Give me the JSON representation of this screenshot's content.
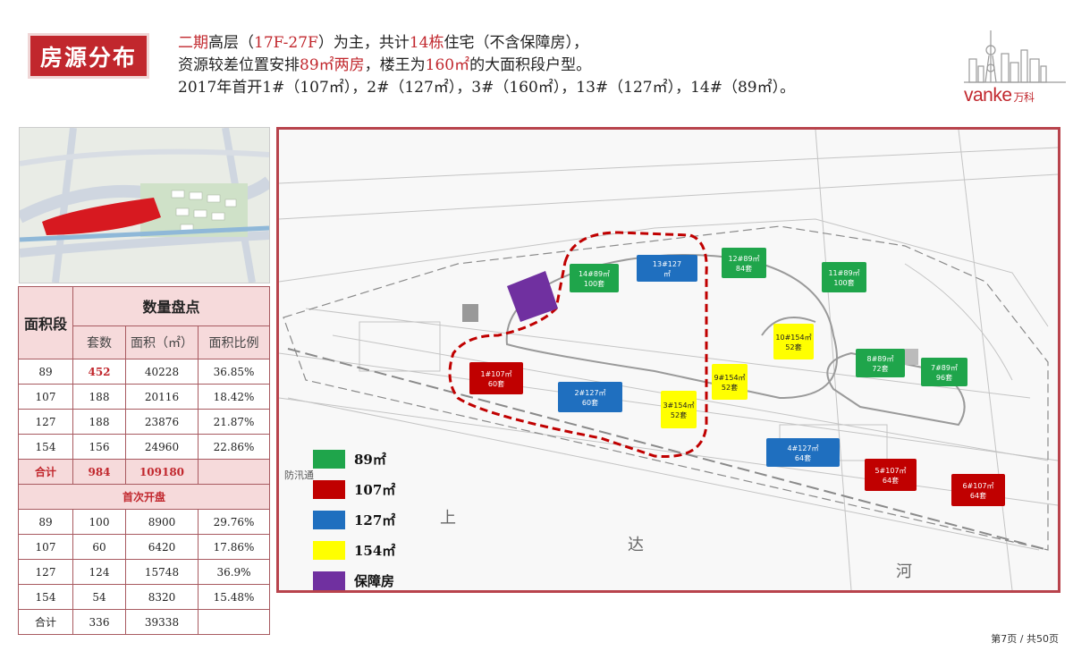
{
  "header": {
    "title": "房源分布",
    "intro": {
      "line1": [
        {
          "t": "二期",
          "red": true
        },
        {
          "t": "高层（",
          "red": false
        },
        {
          "t": "17F-27F",
          "red": true
        },
        {
          "t": "）为主，共计",
          "red": false
        },
        {
          "t": "14栋",
          "red": true
        },
        {
          "t": "住宅（不含保障房），",
          "red": false
        }
      ],
      "line2": [
        {
          "t": "资源较差位置安排",
          "red": false
        },
        {
          "t": "89㎡两房",
          "red": true
        },
        {
          "t": "，楼王为",
          "red": false
        },
        {
          "t": "160㎡",
          "red": true
        },
        {
          "t": "的大面积段户型。",
          "red": false
        }
      ],
      "line3": [
        {
          "t": "2017年首开1#（107㎡），2#（127㎡），3#（160㎡），13#（127㎡），14#（89㎡）。",
          "red": false
        }
      ]
    }
  },
  "logo": {
    "text": "vanke",
    "cn": "万科"
  },
  "colors": {
    "accent": "#c1272d",
    "green": "#1fa54b",
    "red": "#c00000",
    "blue": "#1f6fbf",
    "yellow": "#ffff00",
    "purple": "#7030a0"
  },
  "table": {
    "col_area": "面积段",
    "col_count_title": "数量盘点",
    "sub_sets": "套数",
    "sub_area": "面积（㎡）",
    "sub_ratio": "面积比例",
    "rows": [
      {
        "a": "89",
        "s": "452",
        "ar": "40228",
        "r": "36.85%"
      },
      {
        "a": "107",
        "s": "188",
        "ar": "20116",
        "r": "18.42%"
      },
      {
        "a": "127",
        "s": "188",
        "ar": "23876",
        "r": "21.87%"
      },
      {
        "a": "154",
        "s": "156",
        "ar": "24960",
        "r": "22.86%"
      }
    ],
    "total": {
      "a": "合计",
      "s": "984",
      "ar": "109180",
      "r": ""
    },
    "first_title": "首次开盘",
    "first_rows": [
      {
        "a": "89",
        "s": "100",
        "ar": "8900",
        "r": "29.76%"
      },
      {
        "a": "107",
        "s": "60",
        "ar": "6420",
        "r": "17.86%"
      },
      {
        "a": "127",
        "s": "124",
        "ar": "15748",
        "r": "36.9%"
      },
      {
        "a": "154",
        "s": "54",
        "ar": "8320",
        "r": "15.48%"
      }
    ],
    "first_total": {
      "a": "合计",
      "s": "336",
      "ar": "39338",
      "r": ""
    }
  },
  "map": {
    "buildings": [
      {
        "id": "b14",
        "line1": "14#89㎡",
        "line2": "100套",
        "type": "green"
      },
      {
        "id": "b13",
        "line1": "13#127",
        "line2": "㎡",
        "type": "blue"
      },
      {
        "id": "b12",
        "line1": "12#89㎡",
        "line2": "84套",
        "type": "green"
      },
      {
        "id": "b11",
        "line1": "11#89㎡",
        "line2": "100套",
        "type": "green"
      },
      {
        "id": "b10",
        "line1": "10#154㎡",
        "line2": "52套",
        "type": "yellow"
      },
      {
        "id": "b9",
        "line1": "9#154㎡",
        "line2": "52套",
        "type": "yellow"
      },
      {
        "id": "b8",
        "line1": "8#89㎡",
        "line2": "72套",
        "type": "green"
      },
      {
        "id": "b7",
        "line1": "7#89㎡",
        "line2": "96套",
        "type": "green"
      },
      {
        "id": "b1",
        "line1": "1#107㎡",
        "line2": "60套",
        "type": "red"
      },
      {
        "id": "b2",
        "line1": "2#127㎡",
        "line2": "60套",
        "type": "blue"
      },
      {
        "id": "b3",
        "line1": "3#154㎡",
        "line2": "52套",
        "type": "yellow"
      },
      {
        "id": "b4",
        "line1": "4#127㎡",
        "line2": "64套",
        "type": "blue"
      },
      {
        "id": "b5",
        "line1": "5#107㎡",
        "line2": "64套",
        "type": "red"
      },
      {
        "id": "b6",
        "line1": "6#107㎡",
        "line2": "64套",
        "type": "red"
      }
    ],
    "road_labels": [
      "上",
      "达",
      "河"
    ],
    "flood_label": "防汛通"
  },
  "legend": [
    {
      "label": "89㎡",
      "color": "#1fa54b"
    },
    {
      "label": "107㎡",
      "color": "#c00000"
    },
    {
      "label": "127㎡",
      "color": "#1f6fbf"
    },
    {
      "label": "154㎡",
      "color": "#ffff00"
    },
    {
      "label": "保障房",
      "color": "#7030a0"
    }
  ],
  "footer": {
    "page": "第7页 / 共50页"
  }
}
